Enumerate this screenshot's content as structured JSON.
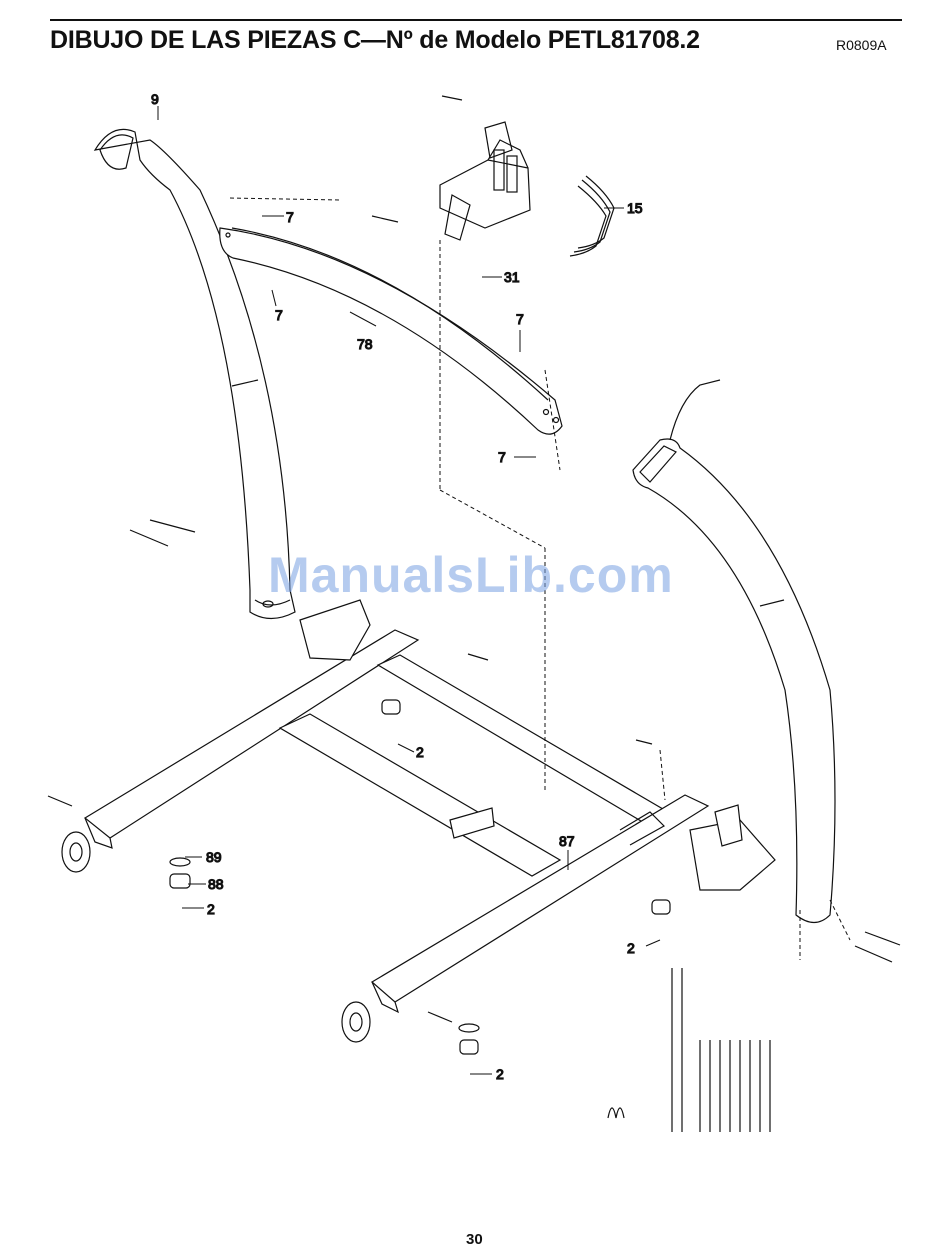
{
  "header": {
    "title": "DIBUJO DE LAS PIEZAS C—Nº de Modelo PETL81708.2",
    "code": "R0809A"
  },
  "watermark": "ManualsLib.com",
  "footer": {
    "page_number": "30"
  },
  "callouts": {
    "p9": "9",
    "p7a": "7",
    "p7b": "7",
    "p7c": "7",
    "p7d": "7",
    "p15": "15",
    "p31": "31",
    "p78": "78",
    "p2a": "2",
    "p2b": "2",
    "p2c": "2",
    "p2d": "2",
    "p87": "87",
    "p88": "88",
    "p89": "89"
  },
  "colors": {
    "ink": "#111111",
    "watermark": "#78a0e1"
  }
}
